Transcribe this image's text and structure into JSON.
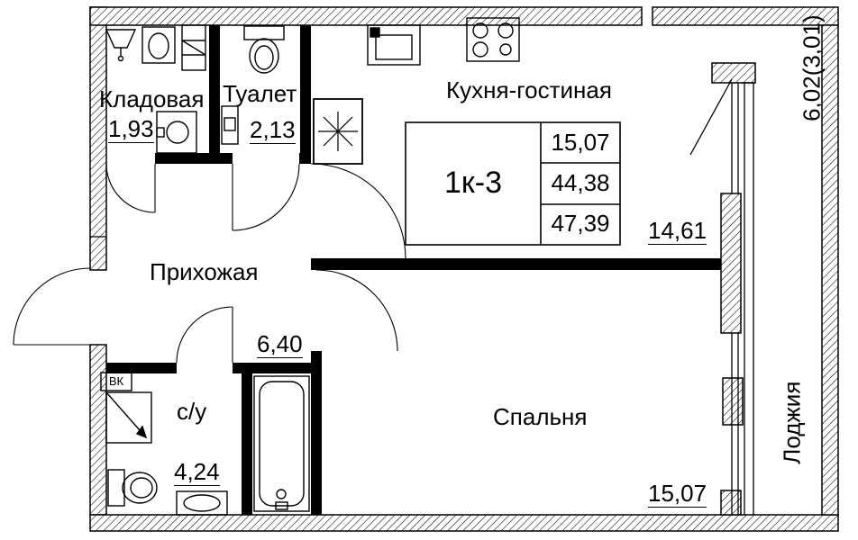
{
  "colors": {
    "background": "#ffffff",
    "ink": "#000000"
  },
  "title_block": {
    "unit": "1к-3",
    "rows": [
      "15,07",
      "44,38",
      "47,39"
    ]
  },
  "rooms": {
    "storage": {
      "name": "Кладовая",
      "area": "1,93"
    },
    "toilet": {
      "name": "Туалет",
      "area": "2,13"
    },
    "kitchen_living": {
      "name": "Кухня-гостиная",
      "area": "14,61"
    },
    "hallway": {
      "name": "Прихожая",
      "area": "6,40"
    },
    "bathroom": {
      "name": "с/у",
      "area": "4,24"
    },
    "bedroom": {
      "name": "Спальня",
      "area": "15,07"
    },
    "loggia": {
      "name": "Лоджия",
      "area": "6,02(3,01)"
    }
  },
  "annotations": {
    "vent_channel": "ВК"
  }
}
